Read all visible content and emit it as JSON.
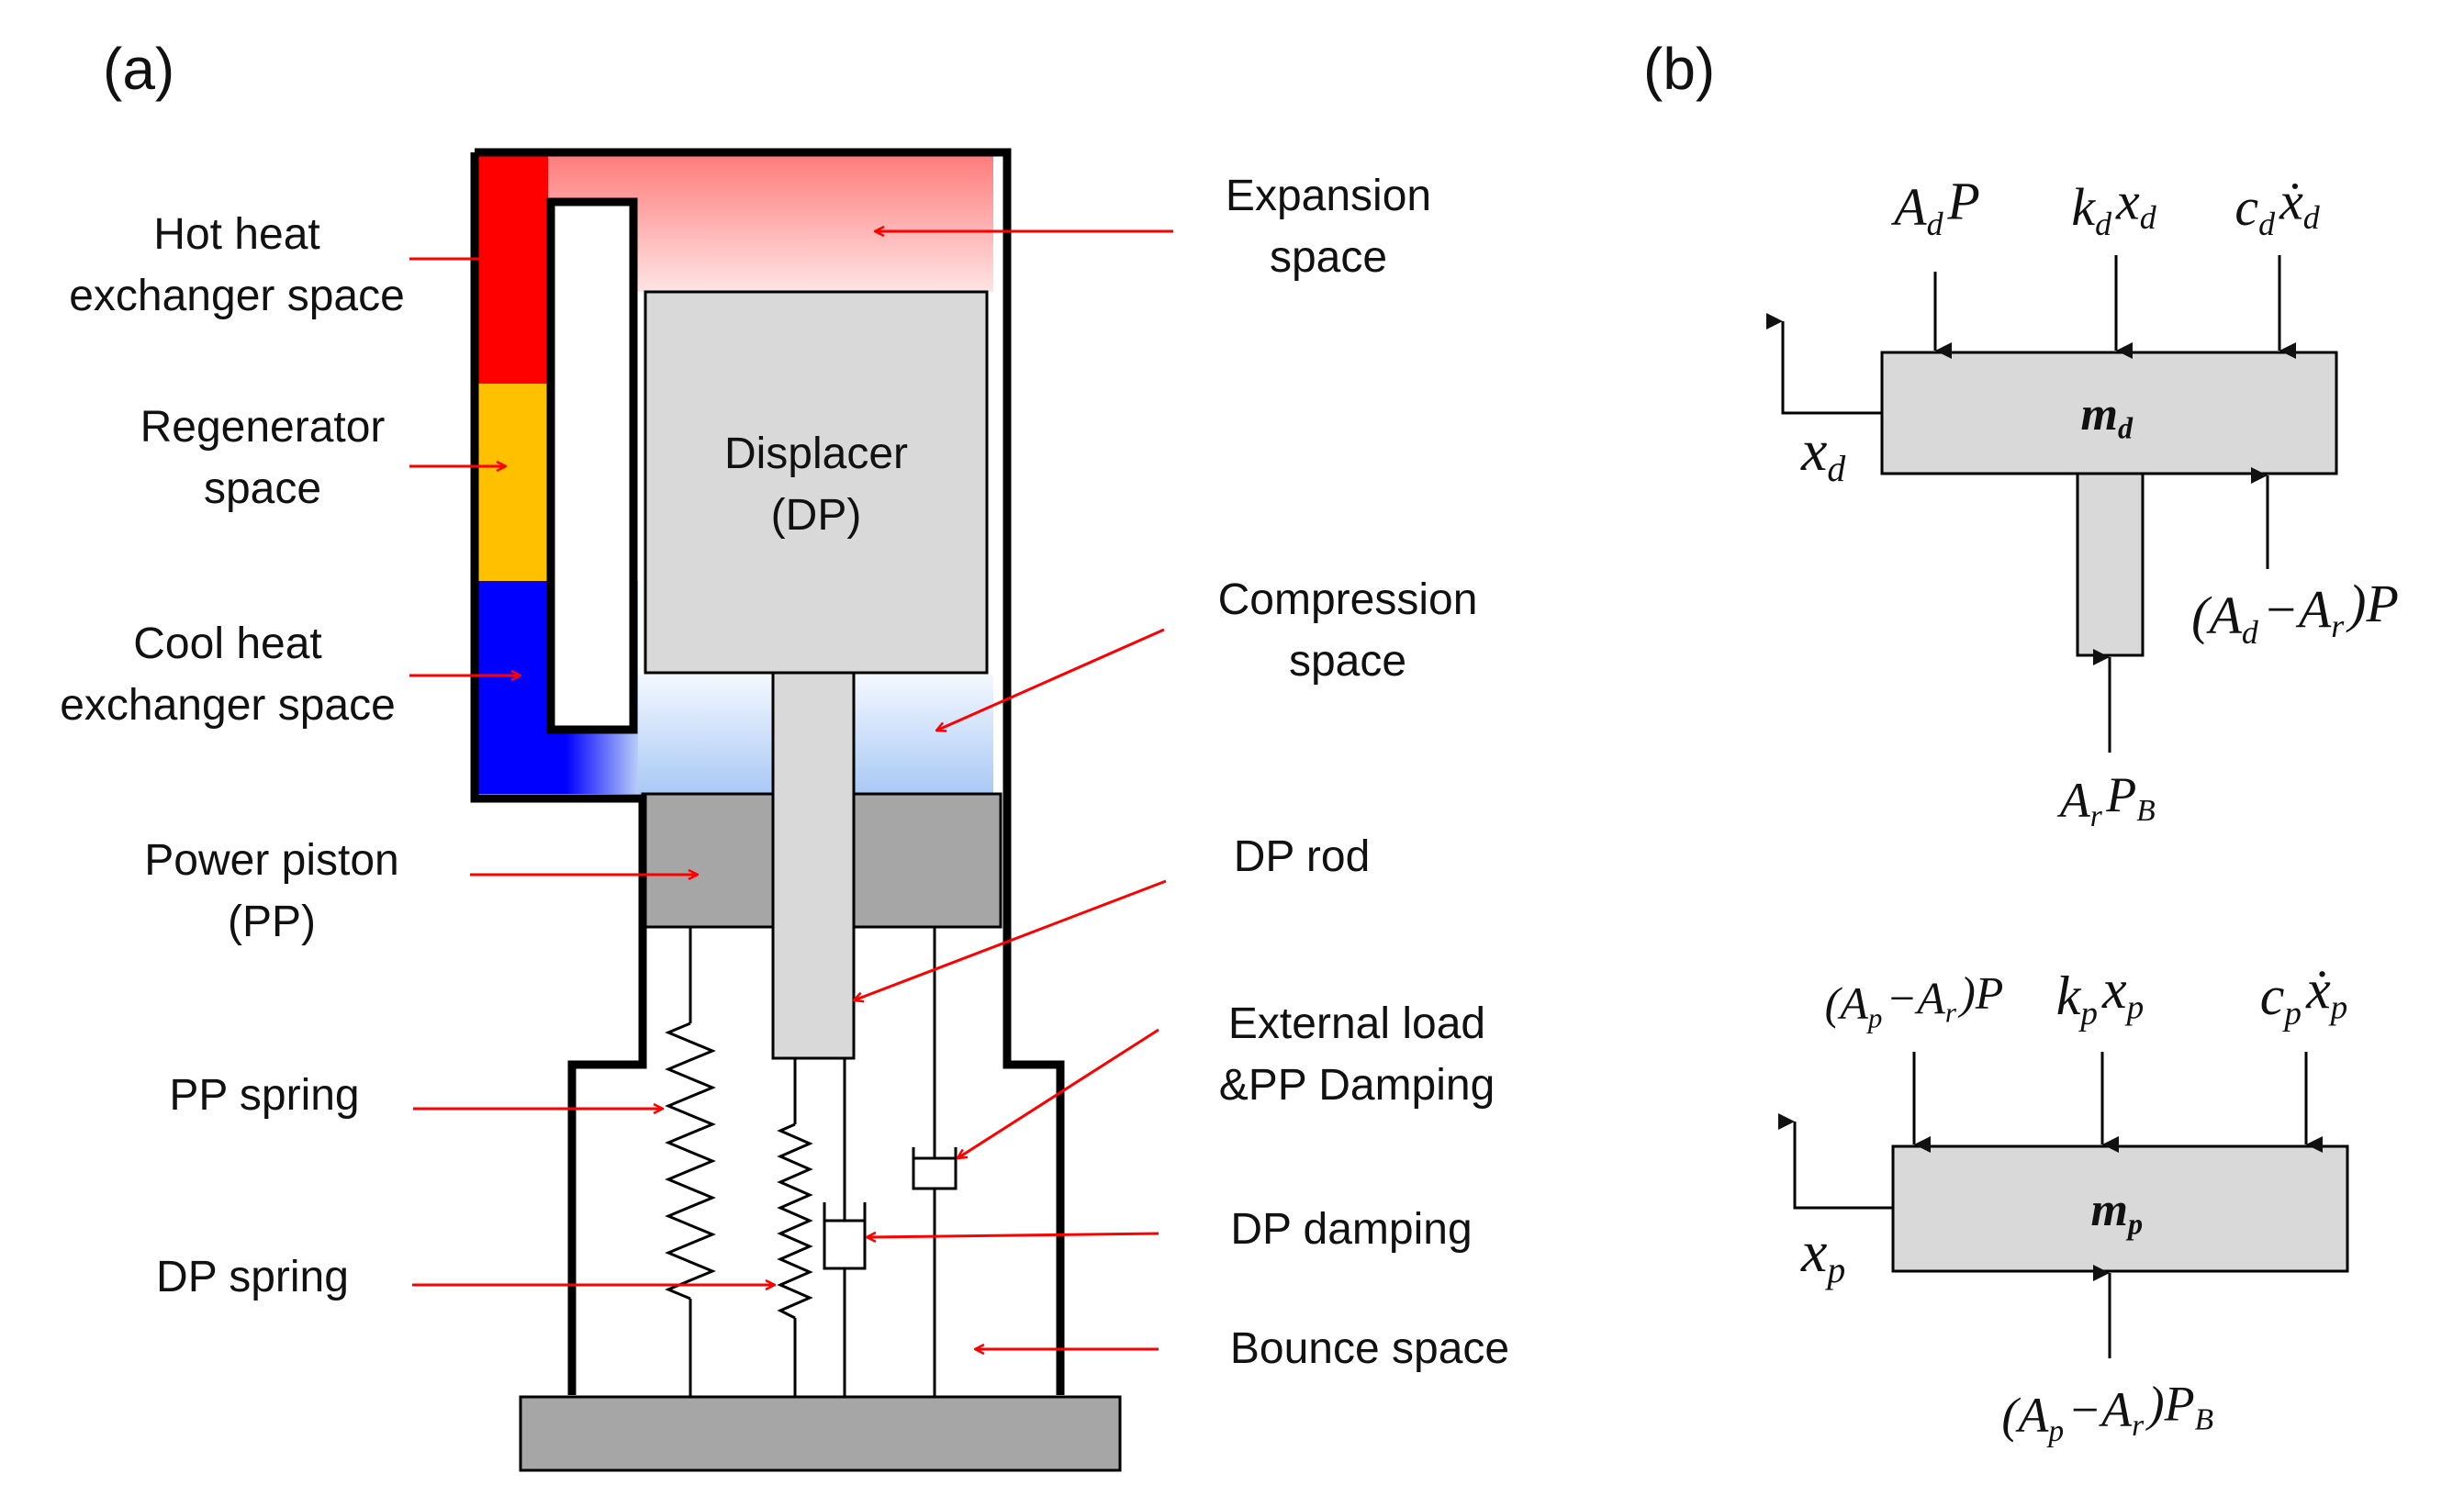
{
  "panels": {
    "a": "(a)",
    "b": "(b)"
  },
  "labels": {
    "hot_hx": "Hot heat\nexchanger space",
    "regenerator": "Regenerator\nspace",
    "cool_hx": "Cool heat\nexchanger space",
    "power_piston": "Power piston\n(PP)",
    "pp_spring": "PP spring",
    "dp_spring": "DP spring",
    "expansion": "Expansion\nspace",
    "displacer": "Displacer\n(DP)",
    "compression": "Compression\nspace",
    "dp_rod": "DP rod",
    "external_load": "External load\n&PP Damping",
    "dp_damping": "DP damping",
    "bounce": "Bounce space"
  },
  "fbd": {
    "displacer": {
      "mass": [
        "m",
        "d"
      ],
      "x": [
        "x",
        "d"
      ],
      "top_forces": [
        [
          [
            "A",
            "d"
          ],
          [
            "P",
            ""
          ]
        ],
        [
          [
            "k",
            "d"
          ],
          [
            "x",
            "d"
          ]
        ],
        [
          [
            "c",
            "d"
          ],
          [
            "ẋ",
            "d"
          ]
        ]
      ],
      "right_force": [
        [
          "(A",
          "d"
        ],
        [
          "−A",
          "r"
        ],
        [
          ")P",
          ""
        ]
      ],
      "bottom_force": [
        [
          "A",
          "r"
        ],
        [
          "P",
          "B"
        ]
      ]
    },
    "piston": {
      "mass": [
        "m",
        "p"
      ],
      "x": [
        "x",
        "p"
      ],
      "top_forces": [
        [
          [
            "(A",
            "p"
          ],
          [
            "−A",
            "r"
          ],
          [
            ")P",
            ""
          ]
        ],
        [
          [
            "k",
            "p"
          ],
          [
            "x",
            "p"
          ]
        ],
        [
          [
            "c",
            "p"
          ],
          [
            "ẋ",
            "p"
          ]
        ]
      ],
      "bottom_force": [
        [
          "(A",
          "p"
        ],
        [
          "−A",
          "r"
        ],
        [
          ")P",
          "B"
        ]
      ]
    }
  },
  "colors": {
    "hot": "#ff0000",
    "regen": "#ffc000",
    "cool": "#0000ff",
    "expansion_top": "#ff7f7f",
    "compression": "#b4d2f8",
    "displacer_fill": "#d9d9d9",
    "piston_fill": "#a6a6a6",
    "arrow": "#ff0000"
  }
}
